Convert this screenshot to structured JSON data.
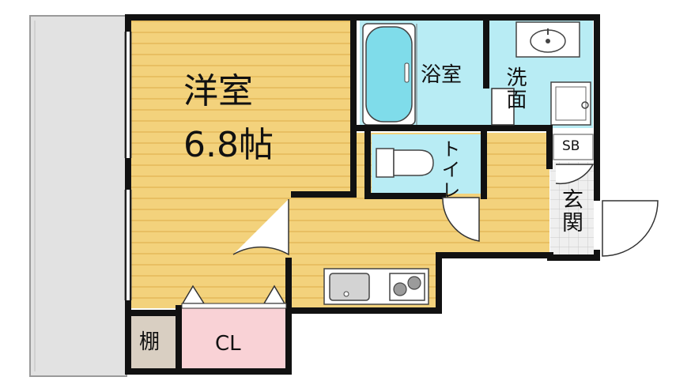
{
  "rooms": {
    "western": {
      "name": "洋室",
      "size": "6.8帖"
    },
    "bath": "浴室",
    "washroom": "洗面",
    "toilet": "トイレ",
    "entrance": "玄関",
    "shoebox": "SB",
    "closet": "CL",
    "shelf": "棚"
  },
  "colors": {
    "floor_wood": "#f3d27c",
    "floor_line": "#e4b95a",
    "wet_area": "#b8ecf4",
    "closet": "#f9d2d6",
    "shelf": "#d9cfc2",
    "balcony": "#e2e2e2",
    "entrance_tile": "#d8d8d8",
    "wall": "#111111"
  }
}
